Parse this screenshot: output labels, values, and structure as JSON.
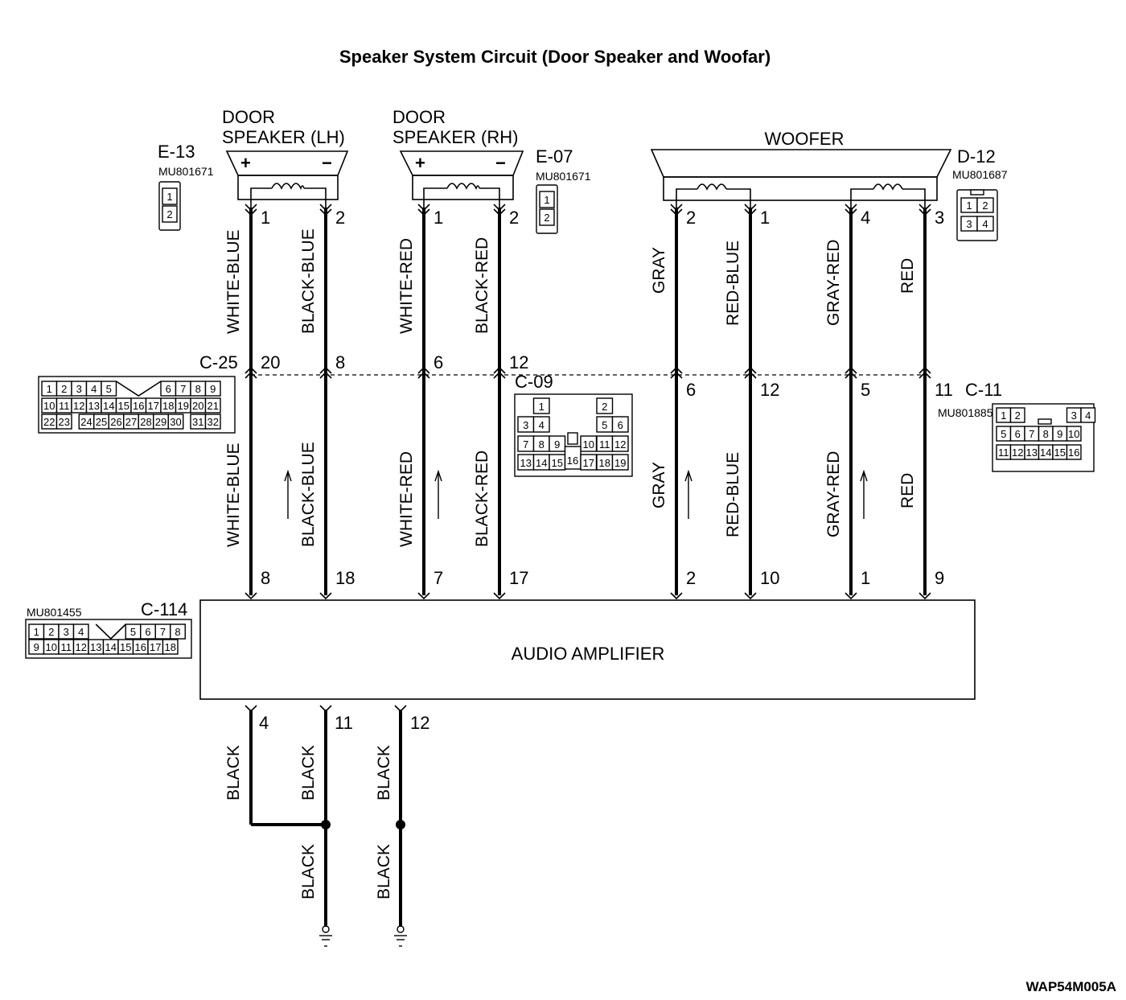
{
  "title": "Speaker System Circuit (Door Speaker and Woofar)",
  "figure_code": "WAP54M005A",
  "speakers": {
    "lh": {
      "line1": "DOOR",
      "line2": "SPEAKER (LH)",
      "plus": "+",
      "minus": "−"
    },
    "rh": {
      "line1": "DOOR",
      "line2": "SPEAKER (RH)",
      "plus": "+",
      "minus": "−"
    },
    "woofer": {
      "label": "WOOFER"
    }
  },
  "connectors": {
    "e13": {
      "name": "E-13",
      "part": "MU801671",
      "cells": [
        "1",
        "2"
      ]
    },
    "e07": {
      "name": "E-07",
      "part": "MU801671",
      "cells": [
        "1",
        "2"
      ]
    },
    "d12": {
      "name": "D-12",
      "part": "MU801687",
      "cells": [
        "1",
        "2",
        "3",
        "4"
      ]
    },
    "c25": {
      "name": "C-25",
      "cells": [
        "1",
        "2",
        "3",
        "4",
        "5",
        "6",
        "7",
        "8",
        "9",
        "10",
        "11",
        "12",
        "13",
        "14",
        "15",
        "16",
        "17",
        "18",
        "19",
        "20",
        "21",
        "22",
        "23",
        "24",
        "25",
        "26",
        "27",
        "28",
        "29",
        "30",
        "31",
        "32"
      ]
    },
    "c09": {
      "name": "C-09",
      "cells": [
        "1",
        "2",
        "3",
        "4",
        "5",
        "6",
        "7",
        "8",
        "9",
        "10",
        "11",
        "12",
        "13",
        "14",
        "15",
        "16",
        "17",
        "18",
        "19"
      ]
    },
    "c11": {
      "name": "C-11",
      "part": "MU801885",
      "cells": [
        "1",
        "2",
        "3",
        "4",
        "5",
        "6",
        "7",
        "8",
        "9",
        "10",
        "11",
        "12",
        "13",
        "14",
        "15",
        "16"
      ]
    },
    "c114": {
      "name": "C-114",
      "part": "MU801455",
      "cells": [
        "1",
        "2",
        "3",
        "4",
        "5",
        "6",
        "7",
        "8",
        "9",
        "10",
        "11",
        "12",
        "13",
        "14",
        "15",
        "16",
        "17",
        "18"
      ]
    }
  },
  "amplifier": {
    "label": "AUDIO AMPLIFIER"
  },
  "pins": {
    "spk": [
      "1",
      "2",
      "1",
      "2",
      "2",
      "1",
      "4",
      "3"
    ],
    "mid": [
      "20",
      "8",
      "6",
      "12",
      "6",
      "12",
      "5",
      "11"
    ],
    "amp": [
      "8",
      "18",
      "7",
      "17",
      "2",
      "10",
      "1",
      "9"
    ],
    "gnd": [
      "4",
      "11",
      "12"
    ]
  },
  "wires": {
    "upper": [
      "WHITE-BLUE",
      "BLACK-BLUE",
      "WHITE-RED",
      "BLACK-RED",
      "GRAY",
      "RED-BLUE",
      "GRAY-RED",
      "RED"
    ],
    "lower": [
      "WHITE-BLUE",
      "BLACK-BLUE",
      "WHITE-RED",
      "BLACK-RED",
      "GRAY",
      "RED-BLUE",
      "GRAY-RED",
      "RED"
    ],
    "ground": [
      "BLACK",
      "BLACK",
      "BLACK",
      "BLACK",
      "BLACK"
    ]
  }
}
